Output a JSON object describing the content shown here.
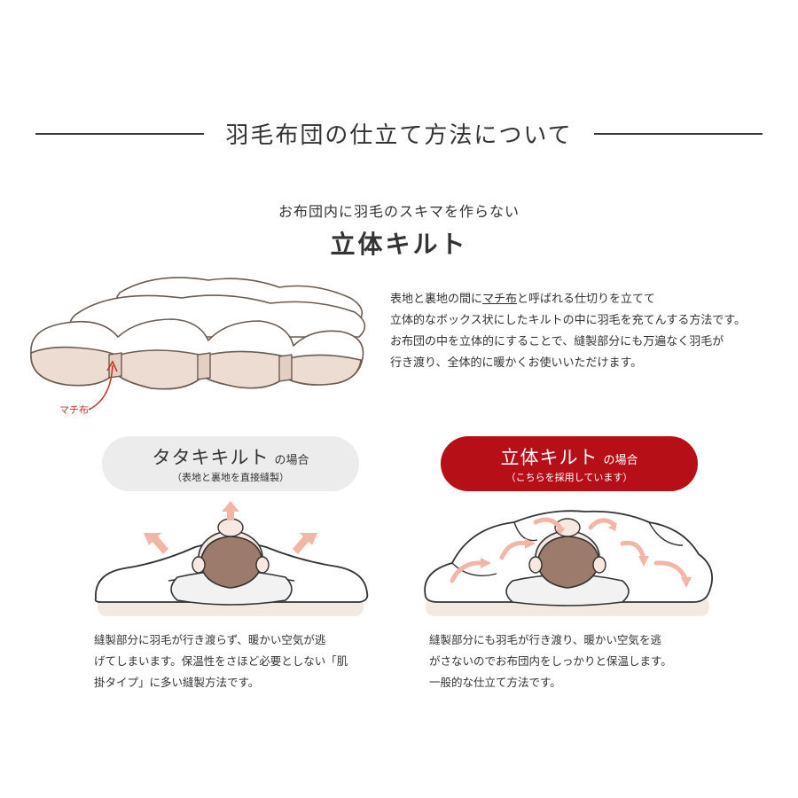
{
  "header": {
    "title": "羽毛布団の仕立て方法について"
  },
  "intro": {
    "subtitle": "お布団内に羽毛のスキマを作らない",
    "heading": "立体キルト"
  },
  "illustration": {
    "label": "マチ布"
  },
  "description": {
    "line1_before": "表地と裏地の間に",
    "line1_term": "マチ布",
    "line1_after": "と呼ばれる仕切りを立てて",
    "line2": "立体的なボックス状にしたキルトの中に羽毛を充てんする方法です。",
    "line3": "お布団の中を立体的にすることで、縫製部分にも万遍なく羽毛が",
    "line4": "行き渡り、全体的に暖かくお使いいただけます。"
  },
  "comparison": {
    "left": {
      "name": "タタキキルト",
      "suffix": "の場合",
      "sub": "（表地と裏地を直接縫製）",
      "caption_lines": [
        "縫製部分に羽毛が行き渡らず、暖かい空気が逃",
        "げてしまいます。保温性をさほど必要としない「肌",
        "掛タイプ」に多い縫製方法です。"
      ]
    },
    "right": {
      "name": "立体キルト",
      "suffix": "の場合",
      "sub": "（こちらを採用しています）",
      "caption_lines": [
        "縫製部分にも羽毛が行き渡り、暖かい空気を逃",
        "がさないのでお布団内をしっかりと保温します。",
        "一般的な仕立て方法です。"
      ]
    }
  },
  "colors": {
    "accent_red": "#b70f18",
    "pill_grey": "#ececec",
    "arrow_pink": "#f2b6a6",
    "fabric_beige": "#eddcd2"
  }
}
